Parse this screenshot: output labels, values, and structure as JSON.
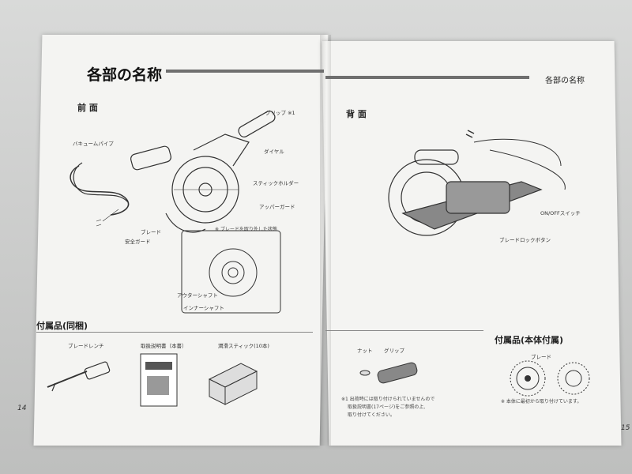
{
  "left_page": {
    "title": "各部の名称",
    "front_heading": "前 面",
    "labels": {
      "grip": "グリップ ※1",
      "vacuum_pipe": "バキュームパイプ",
      "dial": "ダイヤル",
      "stick_holder": "スティックホルダー",
      "upper_guard": "アッパーガード",
      "blade": "ブレード",
      "safety_guard": "安全ガード",
      "blade_removed": "※ ブレードを取り外した状態",
      "outer_shaft": "アウターシャフト",
      "inner_shaft": "インナーシャフト"
    },
    "accessories_heading": "付属品(同梱)",
    "accessories": [
      "ブレードレンチ",
      "取扱説明書（本書）",
      "潤滑スティック(10本)"
    ],
    "page_number": "14"
  },
  "right_page": {
    "running_head": "各部の名称",
    "back_heading": "背 面",
    "labels": {
      "onoff_switch": "ON/OFFスイッチ",
      "blade_lock": "ブレードロックボタン"
    },
    "items": [
      "ナット",
      "グリップ"
    ],
    "footnote_1": "※1 出荷時には取り付けられていませんので",
    "footnote_2": "取扱説明書(17ページ)をご参照の上,",
    "footnote_3": "取り付けてください。",
    "attached_heading": "付属品(本体付属)",
    "attached_item": "ブレード",
    "attached_note": "※ 本体に最初から取り付けています。",
    "page_number": "15"
  }
}
